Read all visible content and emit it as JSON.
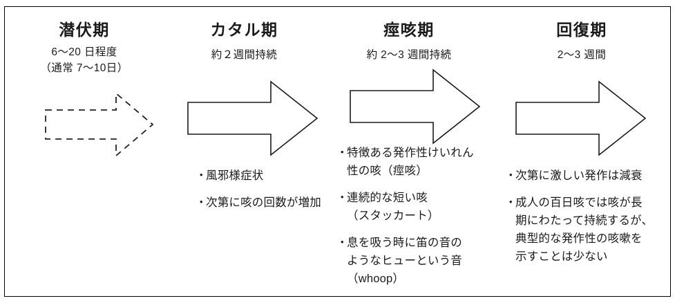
{
  "figure": {
    "title_internal": "百日咳の臨床経過",
    "border_color": "#000000",
    "background_color": "#ffffff",
    "text_color": "#1a1a1a"
  },
  "stages": [
    {
      "id": "incubation",
      "title": "潜伏期",
      "duration_lines": [
        "6〜20 日程度",
        "（通常 7〜10日）"
      ],
      "arrow": {
        "style": "dashed",
        "direction": "right"
      },
      "bullets": []
    },
    {
      "id": "catarrhal",
      "title": "カタル期",
      "duration_lines": [
        "約２週間持続"
      ],
      "arrow": {
        "style": "solid",
        "direction": "right"
      },
      "bullets": [
        {
          "mark": "・",
          "lines": [
            "風邪様症状"
          ]
        },
        {
          "mark": "・",
          "lines": [
            "次第に咳の回数が増加"
          ]
        }
      ]
    },
    {
      "id": "paroxysmal",
      "title": "痙咳期",
      "duration_lines": [
        "約 2〜3 週間持続"
      ],
      "arrow": {
        "style": "solid",
        "direction": "right"
      },
      "bullets": [
        {
          "mark": "・",
          "lines": [
            "特徴ある発作性けいれん",
            "性の咳（痙咳）"
          ]
        },
        {
          "mark": "・",
          "lines": [
            "連続的な短い咳",
            "（スタッカート）"
          ]
        },
        {
          "mark": "・",
          "lines": [
            "息を吸う時に笛の音の",
            "ようなヒューという音",
            "（whoop）"
          ]
        }
      ]
    },
    {
      "id": "convalescent",
      "title": "回復期",
      "duration_lines": [
        "2〜3 週間"
      ],
      "arrow": {
        "style": "solid",
        "direction": "right"
      },
      "bullets": [
        {
          "mark": "・",
          "lines": [
            "次第に激しい発作は減衰"
          ]
        },
        {
          "mark": "・",
          "lines": [
            "成人の百日咳では咳が長",
            "期にわたって持続するが、",
            "典型的な発作性の咳嗽を",
            "示すことは少ない"
          ]
        }
      ]
    }
  ]
}
